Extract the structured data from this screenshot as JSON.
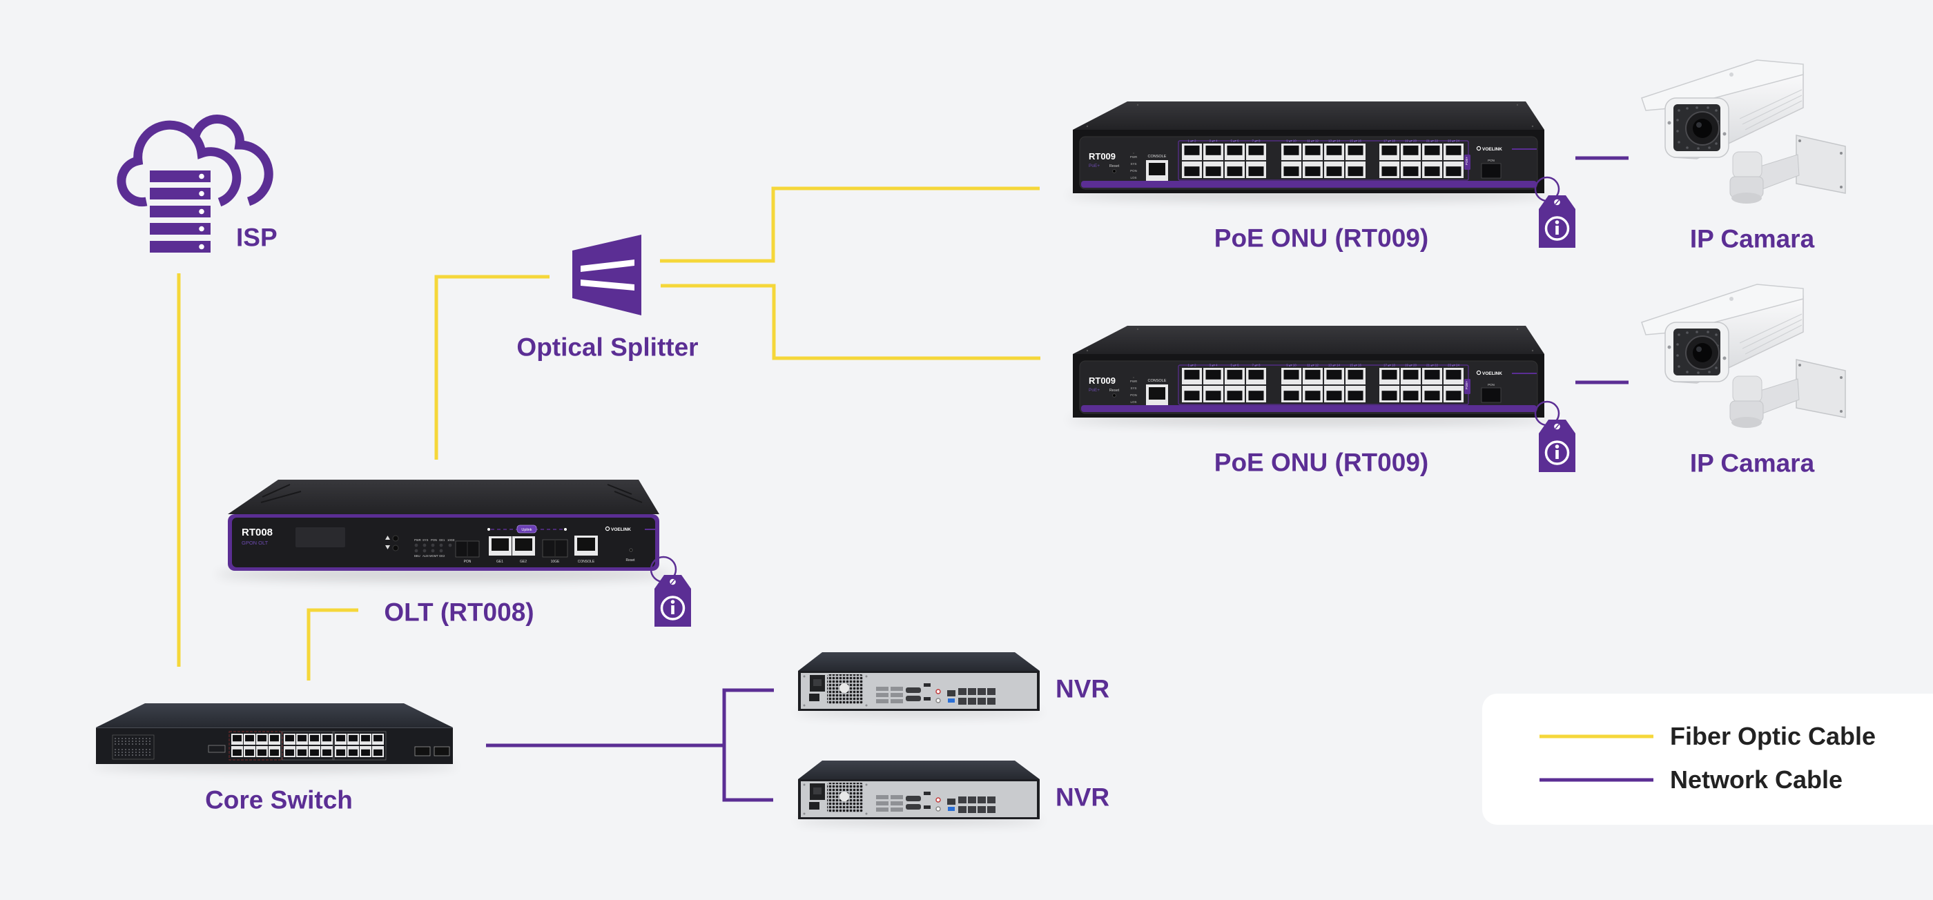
{
  "colors": {
    "fiber_cable": "#F5D73A",
    "network_cable": "#5B2E94",
    "label_text": "#5B2E94",
    "background": "#F3F4F6",
    "legend_text": "#222222"
  },
  "nodes": {
    "isp": {
      "label": "ISP",
      "icon": "cloud-server-icon"
    },
    "splitter": {
      "label": "Optical Splitter",
      "icon": "optical-splitter-icon"
    },
    "olt": {
      "label": "OLT (RT008)",
      "model": "RT008",
      "subtitle": "GPON OLT",
      "brand": "VOELINK",
      "uplink_badge": "Uplink",
      "led_labels_top": [
        "PWR",
        "SYS",
        "PON",
        "GE1",
        "10GE"
      ],
      "led_labels_bottom": [
        "BBU",
        "ALM",
        "MGMT",
        "GE2"
      ],
      "ports": {
        "pon": "PON",
        "ge1": "GE1",
        "ge2": "GE2",
        "tenge": "10GE",
        "console": "CONSOLE",
        "reset": "Reset"
      },
      "info_icon": "info-tag-icon"
    },
    "onus": [
      {
        "label": "PoE ONU (RT009)",
        "info_icon": "info-tag-icon"
      },
      {
        "label": "PoE ONU (RT009)",
        "info_icon": "info-tag-icon"
      }
    ],
    "cameras": [
      {
        "label": "IP Camara"
      },
      {
        "label": "IP Camara"
      }
    ],
    "core_switch": {
      "label": "Core Switch",
      "port_count": 24,
      "sfp_count": 2
    },
    "nvrs": [
      {
        "label": "NVR"
      },
      {
        "label": "NVR"
      }
    ]
  },
  "onu_panel": {
    "model": "RT009",
    "subtitle": "PoE+",
    "reset": "Reset",
    "leds": [
      "PWR",
      "SYS",
      "PON",
      "LOS"
    ],
    "console": "CONSOLE",
    "pon": "PON",
    "brand": "VOELINK",
    "poe_tag": "POE+",
    "port_count": 24
  },
  "connections": [
    {
      "from": "ISP",
      "to": "Core Switch",
      "cable": "fiber"
    },
    {
      "from": "Core Switch",
      "to": "OLT (RT008)",
      "cable": "fiber"
    },
    {
      "from": "OLT (RT008)",
      "to": "Optical Splitter",
      "cable": "fiber"
    },
    {
      "from": "Optical Splitter",
      "to": "PoE ONU (RT009) #1",
      "cable": "fiber"
    },
    {
      "from": "Optical Splitter",
      "to": "PoE ONU (RT009) #2",
      "cable": "fiber"
    },
    {
      "from": "PoE ONU (RT009) #1",
      "to": "IP Camara #1",
      "cable": "network"
    },
    {
      "from": "PoE ONU (RT009) #2",
      "to": "IP Camara #2",
      "cable": "network"
    },
    {
      "from": "Core Switch",
      "to": "NVR #1",
      "cable": "network"
    },
    {
      "from": "Core Switch",
      "to": "NVR #2",
      "cable": "network"
    }
  ],
  "legend": {
    "items": [
      {
        "label": "Fiber Optic Cable",
        "cable": "fiber"
      },
      {
        "label": "Network Cable",
        "cable": "network"
      }
    ]
  }
}
